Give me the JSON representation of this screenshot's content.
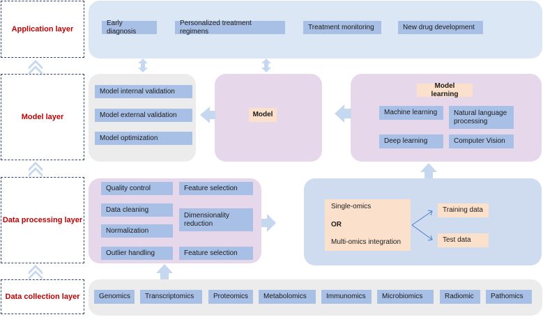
{
  "layers": {
    "application": "Application layer",
    "model": "Model layer",
    "processing": "Data processing layer",
    "collection": "Data collection layer"
  },
  "application": {
    "items": [
      "Early diagnosis",
      "Personalized treatment regimens",
      "Treatment monitoring",
      "New drug development"
    ]
  },
  "model_validation": {
    "items": [
      "Model internal validation",
      "Model external validation",
      "Model optimization"
    ]
  },
  "model": {
    "label": "Model"
  },
  "model_learning": {
    "title": "Model learning",
    "items": [
      "Machine learning",
      "Natural language processing",
      "Deep learning",
      "Computer Vision"
    ]
  },
  "processing": {
    "items": [
      "Quality control",
      "Feature selection",
      "Data cleaning",
      "Dimensionality reduction",
      "Normalization",
      "Outlier handling",
      "Feature selection"
    ]
  },
  "split": {
    "single": "Single-omics",
    "or": "OR",
    "multi": "Multi-omics integration",
    "training": "Training data",
    "test": "Test data"
  },
  "collection": {
    "items": [
      "Genomics",
      "Transcriptomics",
      "Proteomics",
      "Metabolomics",
      "Immunomics",
      "Microbiomics",
      "Radiomic",
      "Pathomics"
    ]
  },
  "colors": {
    "label_red": "#c00000",
    "chip_blue": "#a8bfe6",
    "chip_peach": "#fbe0cc",
    "arrow_blue": "#c5d8f0"
  }
}
